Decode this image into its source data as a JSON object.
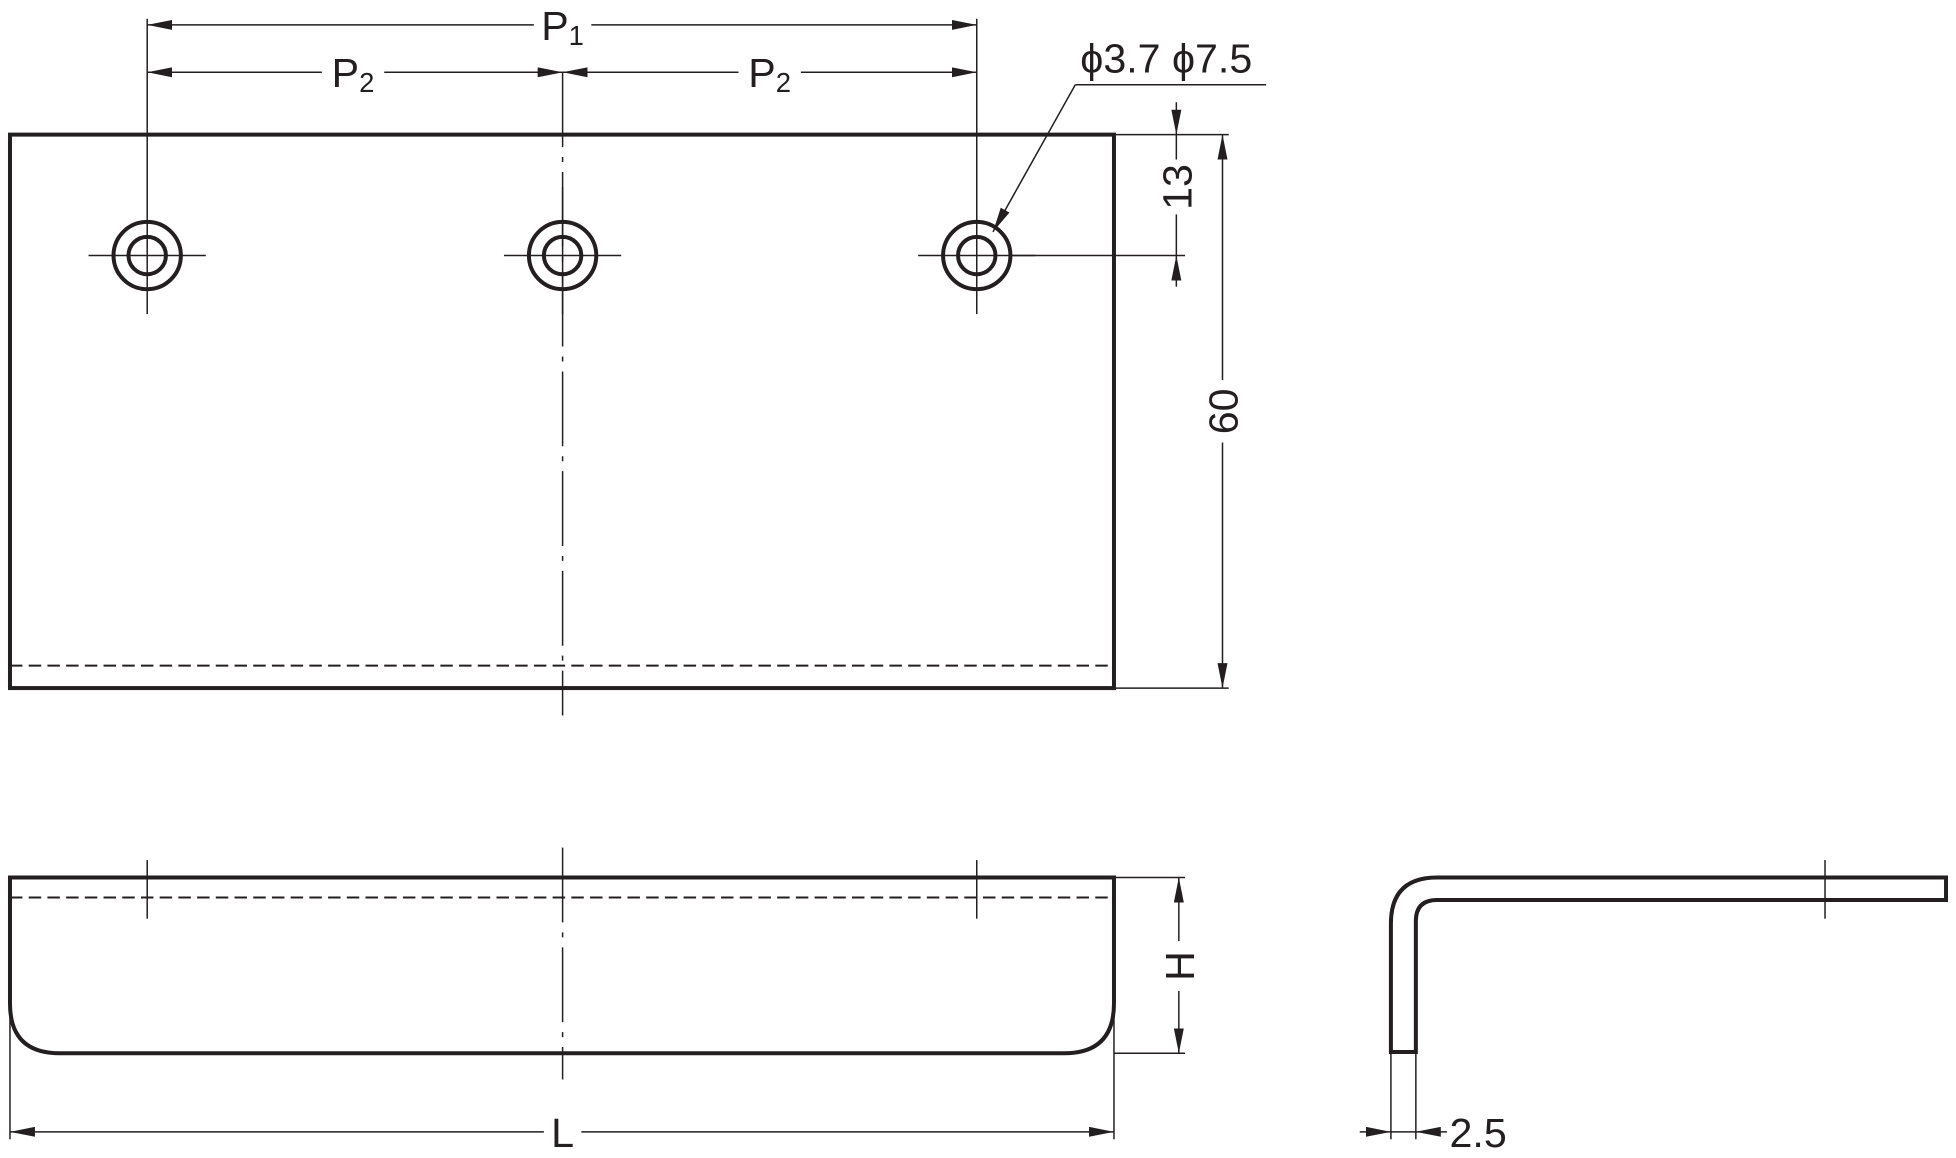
{
  "dimensions": {
    "p1": {
      "main": "P",
      "sub": "1"
    },
    "p2_left": {
      "main": "P",
      "sub": "2"
    },
    "p2_right": {
      "main": "P",
      "sub": "2"
    },
    "hole_diameters": "ϕ3.7 ϕ7.5",
    "hole_offset": "13",
    "width": "60",
    "height": "H",
    "length": "L",
    "thickness": "2.5"
  },
  "colors": {
    "line": "#231f20",
    "background": "#ffffff"
  }
}
